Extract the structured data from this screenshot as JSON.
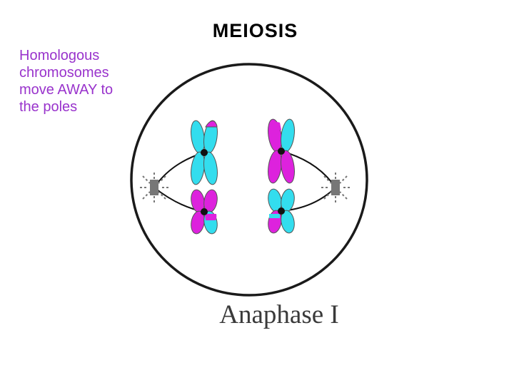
{
  "title": "MEIOSIS",
  "note": {
    "text": "Homologous\nchromosomes\nmove AWAY to\nthe poles",
    "color": "#9933cc"
  },
  "diagram": {
    "stage_label": "Anaphase I",
    "colors": {
      "cell_outline": "#1a1a1a",
      "maternal": "#33ddee",
      "paternal": "#dd22dd",
      "spindle": "#111111",
      "centrosome": "#777777",
      "label": "#3a3a3a"
    },
    "icons": [
      "cell-membrane-icon",
      "spindle-fiber-icon",
      "centrosome-icon",
      "chromosome-icon",
      "centromere-icon"
    ]
  }
}
